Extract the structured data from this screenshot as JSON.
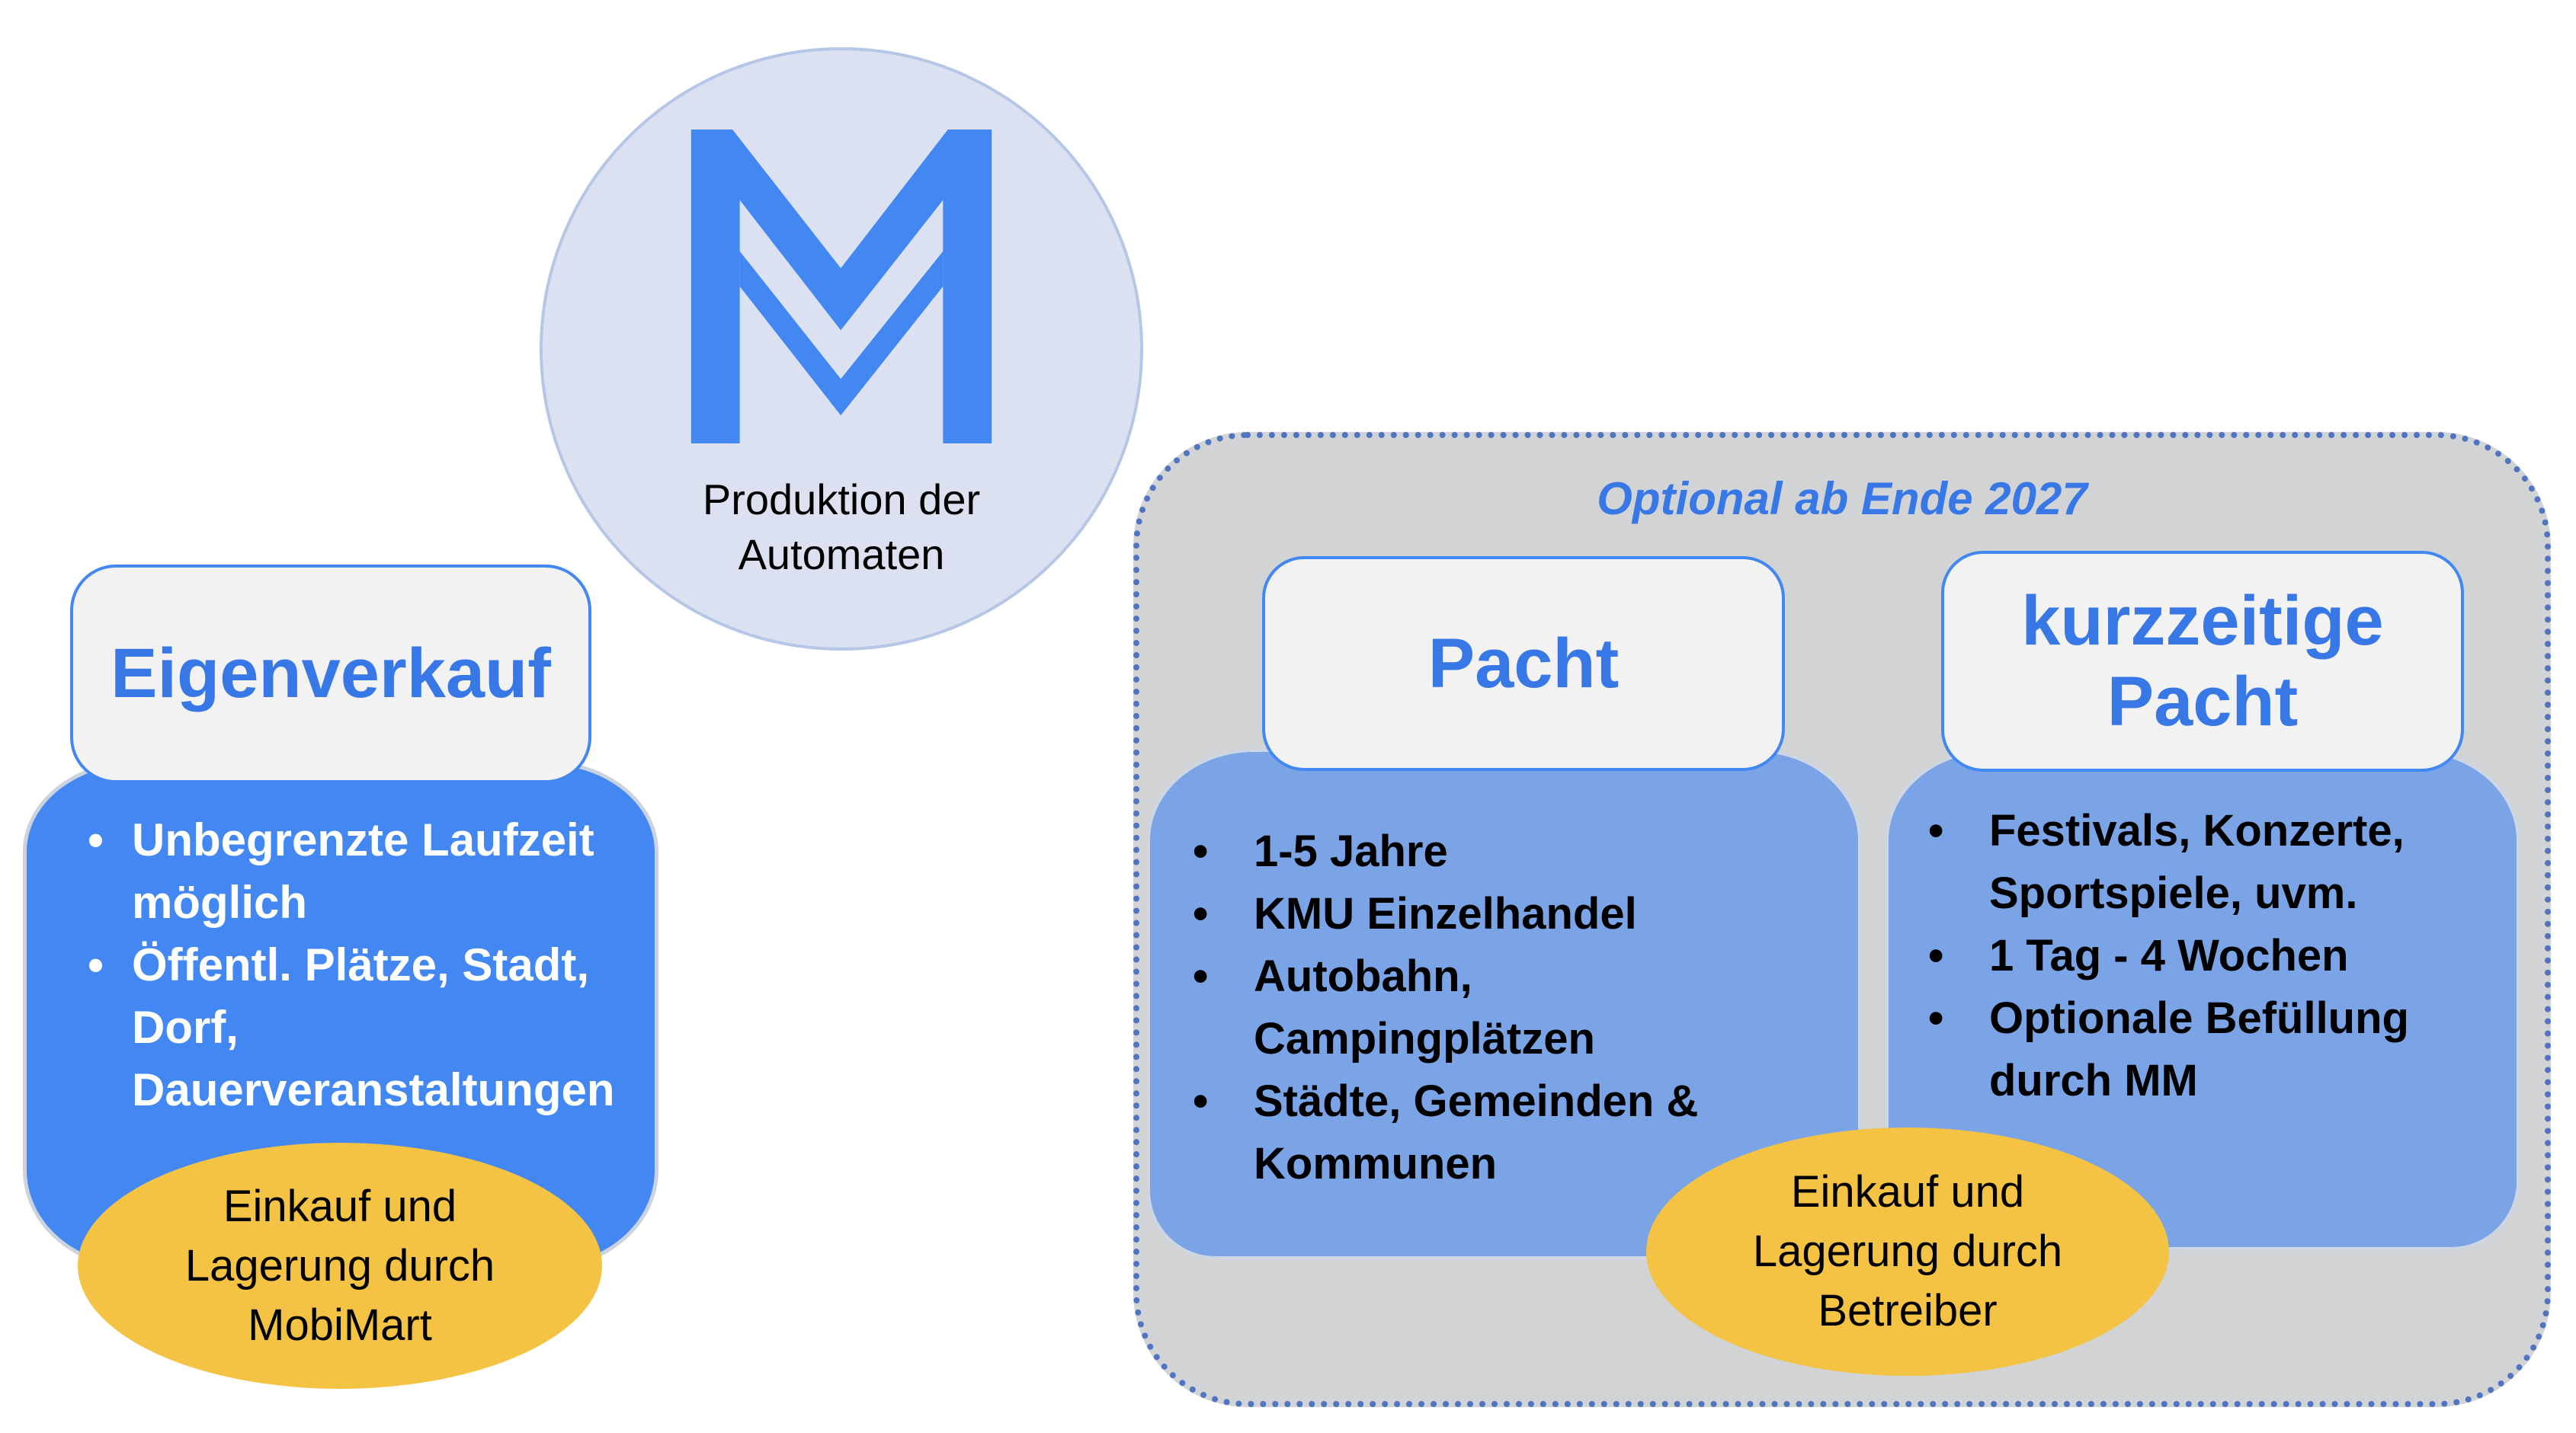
{
  "production": {
    "logo": "mobimart-m-logo",
    "label_lines": [
      "Produktion der",
      "Automaten"
    ]
  },
  "eigenverkauf": {
    "title": "Eigenverkauf",
    "bullets": [
      [
        "Unbegrenzte Laufzeit",
        "möglich"
      ],
      [
        "Öffentl. Plätze, Stadt,",
        "Dorf,",
        "Dauerveranstaltungen"
      ]
    ],
    "footer_lines": [
      "Einkauf und",
      "Lagerung durch",
      "MobiMart"
    ]
  },
  "optional": {
    "title": "Optional ab Ende 2027",
    "pacht": {
      "title": "Pacht",
      "bullets": [
        [
          "1-5 Jahre"
        ],
        [
          "KMU Einzelhandel"
        ],
        [
          "Autobahn,",
          "Campingplätzen"
        ],
        [
          "Städte, Gemeinden &",
          "Kommunen"
        ]
      ]
    },
    "kurzzeitige_pacht": {
      "title_lines": [
        "kurzzeitige",
        "Pacht"
      ],
      "bullets": [
        [
          "Festivals, Konzerte,",
          "Sportspiele, uvm."
        ],
        [
          "1 Tag - 4 Wochen"
        ],
        [
          "Optionale Befüllung",
          "durch MM"
        ]
      ]
    },
    "footer_lines": [
      "Einkauf und",
      "Lagerung durch",
      "Betreiber"
    ]
  },
  "bullet_glyph": "•",
  "colors": {
    "brand_blue": "#4387f2",
    "title_blue": "#3878e6",
    "light_blue": "#7aa4e5",
    "yellow": "#f4c343",
    "frame_gray": "#d2d3d4",
    "circle_fill": "#dbe1f1",
    "dotted_border": "#5073c2"
  }
}
